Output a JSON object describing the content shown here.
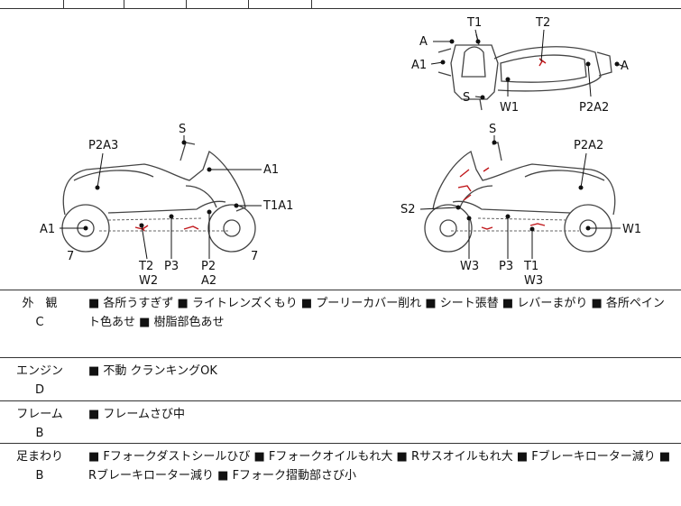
{
  "diagram": {
    "labels": {
      "top_A_left": "A",
      "top_A1": "A1",
      "top_T1": "T1",
      "top_T2": "T2",
      "top_A_right": "A",
      "top_S": "S",
      "top_W1": "W1",
      "top_P2A2": "P2A2",
      "left_S": "S",
      "left_P2A3": "P2A3",
      "left_A1_right": "A1",
      "left_T1A1": "T1A1",
      "left_A1": "A1",
      "left_7a": "7",
      "left_7b": "7",
      "left_T2": "T2",
      "left_W2": "W2",
      "left_P3": "P3",
      "left_P2": "P2",
      "left_A2": "A2",
      "right_S": "S",
      "right_P2A2": "P2A2",
      "right_S2": "S2",
      "right_W1": "W1",
      "right_W3a": "W3",
      "right_P3": "P3",
      "right_T1": "T1",
      "right_W3b": "W3"
    }
  },
  "rows": [
    {
      "category": "外　観",
      "grade": "C",
      "items": "■ 各所うすぎず ■ ライトレンズくもり ■ プーリーカバー削れ ■ シート張替 ■ レバーまがり ■ 各所ペイント色あせ ■ 樹脂部色あせ"
    },
    {
      "category": "エンジン",
      "grade": "D",
      "items": "■ 不動 クランキングOK"
    },
    {
      "category": "フレーム",
      "grade": "B",
      "items": "■ フレームさび中"
    },
    {
      "category": "足まわり",
      "grade": "B",
      "items": "■ Fフォークダストシールひび ■ Fフォークオイルもれ大 ■ Rサスオイルもれ大 ■ Fブレーキローター減り ■ Rブレーキローター減り ■ Fフォーク摺動部さび小"
    }
  ]
}
